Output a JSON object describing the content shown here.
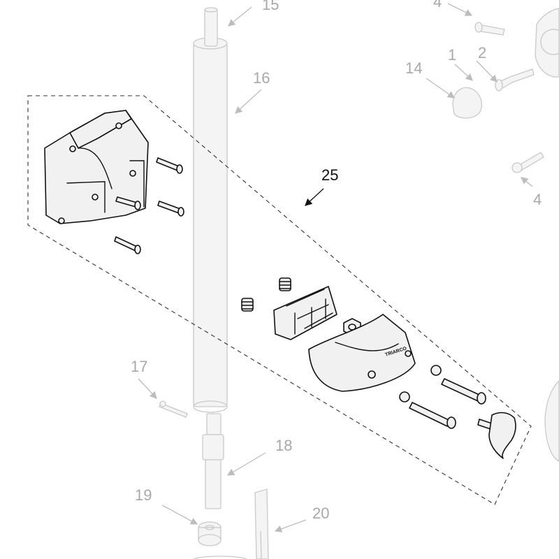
{
  "callouts": {
    "c15": "15",
    "c4a": "4",
    "c2": "2",
    "c1": "1",
    "c14": "14",
    "c16": "16",
    "c25": "25",
    "c4b": "4",
    "c17": "17",
    "c18": "18",
    "c19": "19",
    "c20": "20"
  },
  "brand_mark": "TRIARCO",
  "colors": {
    "active_line": "#111111",
    "faded_line": "#c9c9c9",
    "faded_label": "#a8a8a8",
    "part_fill": "#f1f1f1"
  }
}
